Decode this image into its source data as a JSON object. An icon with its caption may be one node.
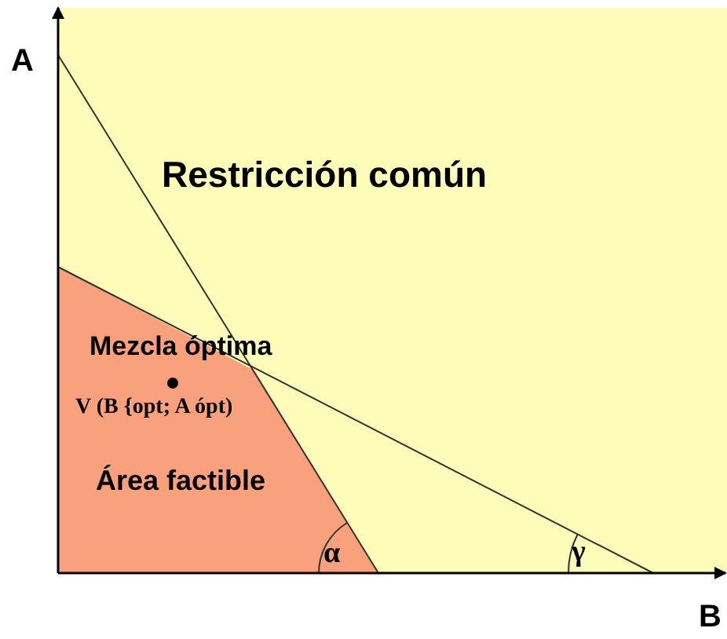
{
  "diagram": {
    "labels": [
      "A",
      "Restricción común",
      "Mezcla óptima",
      "V (B {opt; A ópt)",
      "Área factible",
      "α",
      "γ",
      "B"
    ]
  }
}
